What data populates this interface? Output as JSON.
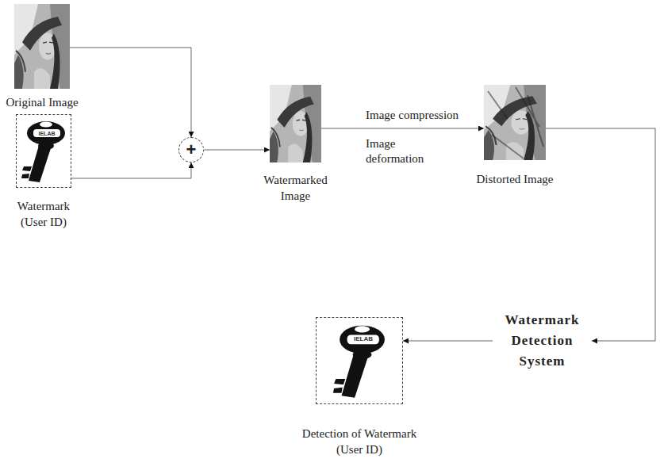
{
  "diagram": {
    "nodes": [
      {
        "text": [
          "Original Image"
        ]
      },
      {
        "text": [
          "Watermark (User ID)"
        ]
      },
      {
        "text": [
          "+"
        ]
      },
      {
        "text": [
          "Watermarked Image"
        ]
      },
      {
        "text": [
          "Distorted Image"
        ]
      },
      {
        "text": [
          "Watermark Detection System"
        ]
      },
      {
        "text": [
          "Detection of Watermark (User ID)"
        ]
      }
    ],
    "edges": [
      {
        "from": 0,
        "to": 2,
        "arrow": "to"
      },
      {
        "from": 1,
        "to": 2,
        "arrow": "to"
      },
      {
        "from": 2,
        "to": 3,
        "arrow": "to"
      },
      {
        "from": 3,
        "to": 4,
        "arrow": "to",
        "label": "Image compression"
      },
      {
        "from": 4,
        "to": 5,
        "arrow": "to"
      },
      {
        "from": 5,
        "to": 6,
        "arrow": "to"
      }
    ],
    "labels": [
      "Image deformation",
      "IELAB",
      "IELAB"
    ]
  }
}
